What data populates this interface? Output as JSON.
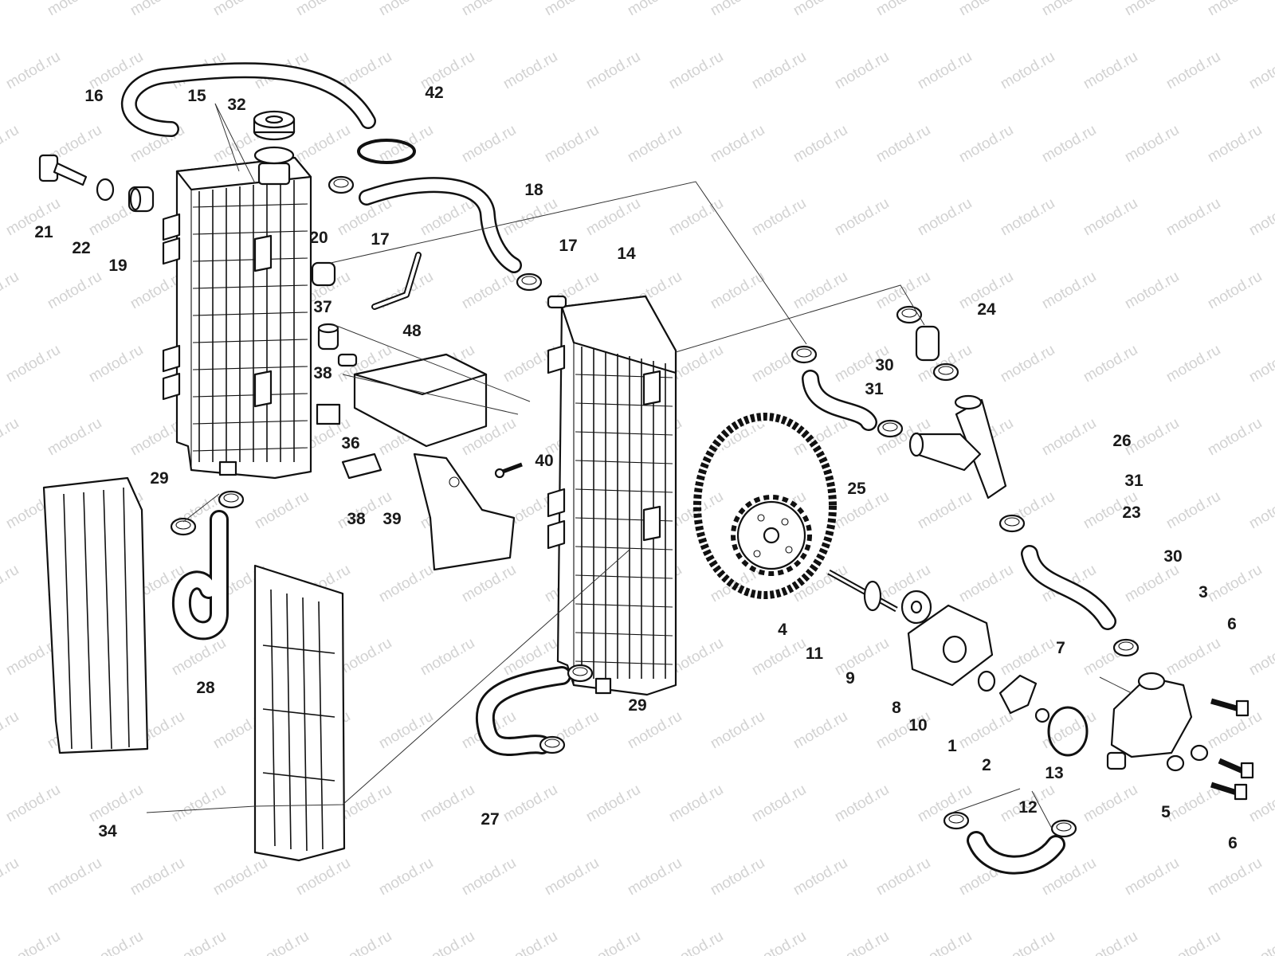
{
  "watermark": {
    "text": "motod.ru"
  },
  "colors": {
    "ink": "#111111",
    "paper": "#ffffff",
    "watermark": "#d2d2d2"
  },
  "labels": [
    "1",
    "2",
    "3",
    "4",
    "5",
    "6",
    "6",
    "7",
    "8",
    "9",
    "10",
    "11",
    "12",
    "13",
    "14",
    "15",
    "16",
    "17",
    "17",
    "18",
    "19",
    "20",
    "21",
    "22",
    "23",
    "24",
    "25",
    "26",
    "27",
    "28",
    "29",
    "29",
    "30",
    "30",
    "31",
    "31",
    "32",
    "34",
    "36",
    "37",
    "38",
    "38",
    "39",
    "40",
    "42",
    "48"
  ]
}
